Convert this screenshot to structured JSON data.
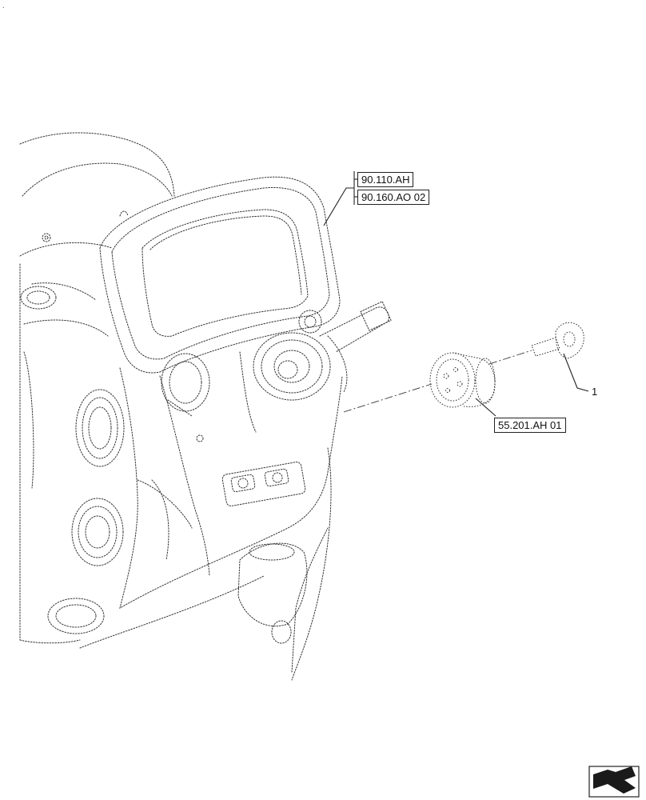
{
  "corner_mark": ".",
  "references": [
    {
      "id": "ref-90-110-ah",
      "label": "90.110.AH"
    },
    {
      "id": "ref-90-160-ao-02",
      "label": "90.160.AO 02"
    },
    {
      "id": "ref-55-201-ah-01",
      "label": "55.201.AH 01"
    }
  ],
  "callouts": [
    {
      "id": "item-1",
      "label": "1"
    }
  ],
  "nav_icon": "page-arrow-icon"
}
